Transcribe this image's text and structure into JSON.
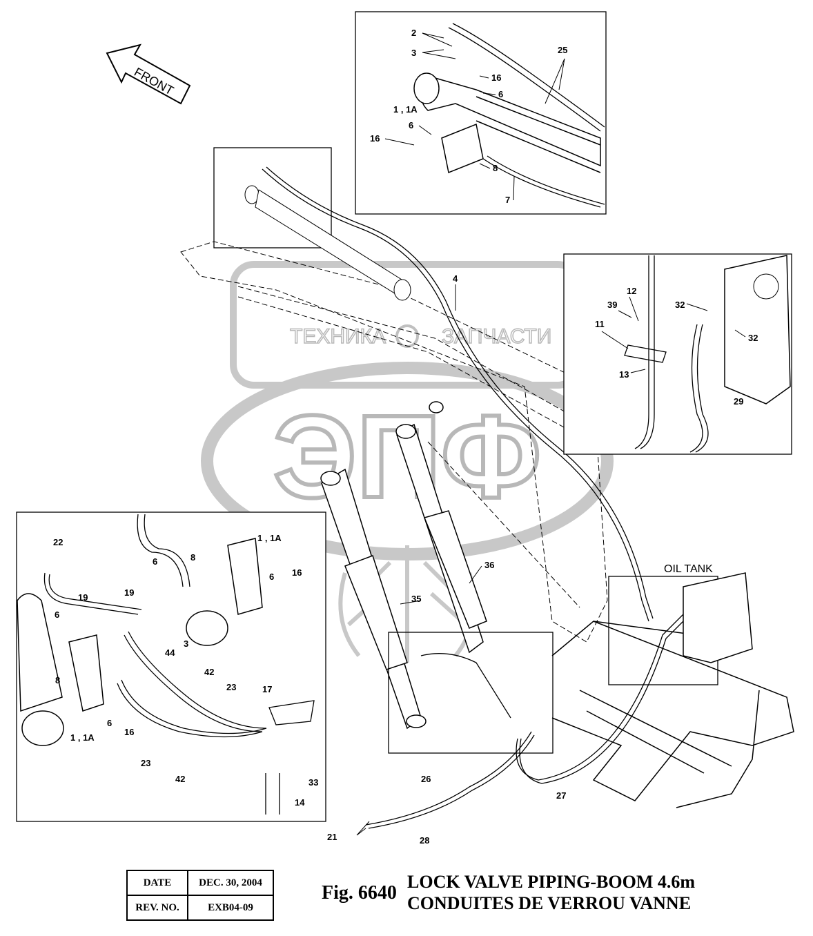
{
  "watermark": {
    "top_text": "ТЕХНИКА",
    "bottom_text": "ЗАПЧАСТИ",
    "logo_text": "ЭПФ"
  },
  "direction_label": "FRONT",
  "oil_tank_label": "OIL TANK",
  "callouts": {
    "c2": "2",
    "c3": "3",
    "c25": "25",
    "c16a": "16",
    "c6a": "6",
    "c1a": "1 , 1A",
    "c6b": "6",
    "c16b": "16",
    "c8a": "8",
    "c7": "7",
    "c4": "4",
    "c12": "12",
    "c39": "39",
    "c32a": "32",
    "c32b": "32",
    "c11": "11",
    "c13": "13",
    "c29": "29",
    "c36": "36",
    "c35": "35",
    "c22": "22",
    "c1b": "1 , 1A",
    "c8b": "8",
    "c6c": "6",
    "c16c": "16",
    "c19a": "19",
    "c19b": "19",
    "c6d": "6",
    "c44": "44",
    "c3b": "3",
    "c8c": "8",
    "c42a": "42",
    "c23a": "23",
    "c17": "17",
    "c6e": "6",
    "c16d": "16",
    "c1c": "1 , 1A",
    "c23b": "23",
    "c42b": "42",
    "c33": "33",
    "c14": "14",
    "c26": "26",
    "c27": "27",
    "c21": "21",
    "c28": "28"
  },
  "title_block": {
    "date_label": "DATE",
    "date_value": "DEC. 30, 2004",
    "rev_label": "REV. NO.",
    "rev_value": "EXB04-09"
  },
  "figure_number": "Fig. 6640",
  "figure_title_en": "LOCK VALVE PIPING-BOOM 4.6m",
  "figure_title_fr": "CONDUITES DE VERROU VANNE"
}
